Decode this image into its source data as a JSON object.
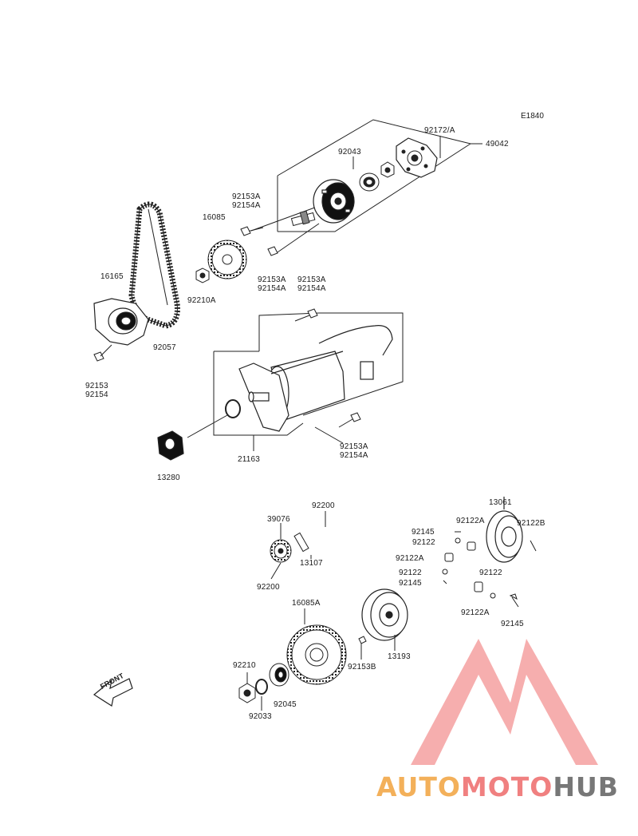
{
  "diagram_code": "E1840",
  "parts": [
    {
      "id": "p49042",
      "label": "49042"
    },
    {
      "id": "p92172",
      "label": "92172/A"
    },
    {
      "id": "p92043",
      "label": "92043"
    },
    {
      "id": "p92153a_1",
      "label": "92153A\n92154A"
    },
    {
      "id": "p16085",
      "label": "16085"
    },
    {
      "id": "p92153a_2",
      "label": "92153A\n92154A"
    },
    {
      "id": "p92153a_3",
      "label": "92153A\n92154A"
    },
    {
      "id": "p16165",
      "label": "16165"
    },
    {
      "id": "p92210a",
      "label": "92210A"
    },
    {
      "id": "p92057",
      "label": "92057"
    },
    {
      "id": "p92153",
      "label": "92153\n92154"
    },
    {
      "id": "p92153a_4",
      "label": "92153A\n92154A"
    },
    {
      "id": "p21163",
      "label": "21163"
    },
    {
      "id": "p13280",
      "label": "13280"
    },
    {
      "id": "p92200_1",
      "label": "92200"
    },
    {
      "id": "p39076",
      "label": "39076"
    },
    {
      "id": "p13107",
      "label": "13107"
    },
    {
      "id": "p92200_2",
      "label": "92200"
    },
    {
      "id": "p13061",
      "label": "13061"
    },
    {
      "id": "p92145_1",
      "label": "92145"
    },
    {
      "id": "p92122a_1",
      "label": "92122A"
    },
    {
      "id": "p92122b",
      "label": "92122B"
    },
    {
      "id": "p92122_1",
      "label": "92122"
    },
    {
      "id": "p92122a_2",
      "label": "92122A"
    },
    {
      "id": "p92122_2",
      "label": "92122"
    },
    {
      "id": "p92122_3",
      "label": "92122"
    },
    {
      "id": "p92145_2",
      "label": "92145"
    },
    {
      "id": "p92122a_3",
      "label": "92122A"
    },
    {
      "id": "p92145_3",
      "label": "92145"
    },
    {
      "id": "p16085a",
      "label": "16085A"
    },
    {
      "id": "p13193",
      "label": "13193"
    },
    {
      "id": "p92153b",
      "label": "92153B"
    },
    {
      "id": "p92210",
      "label": "92210"
    },
    {
      "id": "p92045",
      "label": "92045"
    },
    {
      "id": "p92033",
      "label": "92033"
    }
  ],
  "front_arrow": {
    "label": "FRONT"
  },
  "watermark": {
    "part1": "AUTO",
    "part2": "MOTO",
    "part3": "HUB",
    "logo_color": "#f08080"
  }
}
